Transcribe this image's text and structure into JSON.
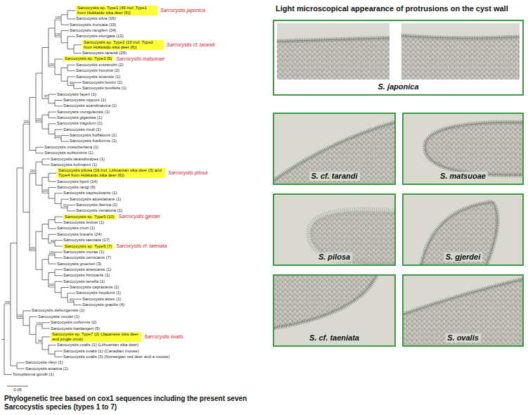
{
  "diagram": {
    "title": "Light microscopical appearance of protrusions on the cyst wall",
    "caption": "Phylogenetic tree based on cox1 sequences including the present seven Sarcocystis species (types 1 to 7)",
    "nodes": [
      {
        "text": [
          "Sarcocystis sp. Type1 (49 incl. Type1 from Hokkaido sika deer (6))"
        ]
      },
      {
        "text": [
          "Sarcocystis sp. Type2 (13 incl. Type2 from Hokkaido sika deer (6))"
        ]
      },
      {
        "text": [
          "Sarcocystis sp. Type3 (5)"
        ]
      },
      {
        "text": [
          "Sarcocystis pilosa (16 incl. Lithuanian sika deer (3) and Type4 from Hokkaido sika deer (6))"
        ]
      },
      {
        "text": [
          "Sarcocystis sp. Type5 (10)"
        ]
      },
      {
        "text": [
          "Sarcocystis sp. Type6 (7)"
        ]
      },
      {
        "text": [
          "Sarcocystis sp. Type7 (2) (Japanese sika deer and jungle crow)"
        ]
      },
      {
        "text": [
          "S. japonica"
        ]
      },
      {
        "text": [
          "S. cf. tarandi"
        ]
      },
      {
        "text": [
          "S. matsuoae"
        ]
      },
      {
        "text": [
          "S. pilosa"
        ]
      },
      {
        "text": [
          "S. gjerdei"
        ]
      },
      {
        "text": [
          "S. cf. taeniata"
        ]
      },
      {
        "text": [
          "S. ovalis"
        ]
      }
    ],
    "labels": [
      "Sarcocystis silva (16)",
      "Sarcocystis truncata (15)",
      "Sarcocystis rangiferi (24)",
      "Sarcocystis elongata (13)",
      "Sarcocystis tarandi (26)",
      "Sarcocystis entzerothi (2)",
      "Sarcocystis hominis (2)",
      "Sarcocystis sinensis (1)",
      "Sarcocystis bovini (1)",
      "Sarcocystis bovifelis (1)",
      "Sarcocystis fayeri (1)",
      "Sarcocystis nipponi (1)",
      "Sarcocystis scandinavica (1)",
      "Sarcocystis mongolensis (1)",
      "Sarcocystis gigantea (1)",
      "Sarcocystis tragulum (1)",
      "Sarcocystis rivuli (1)",
      "Sarcocystis buffalonis (1)",
      "Sarcocystis fusiformis (1)",
      "Sarcocystis miescheriana (1)",
      "Sarcocystis suihominis (1)",
      "Sarcocystis tarandivulpes (1)",
      "Sarcocystis hofmanni (1)",
      "Sarcocystis hjorti (14)",
      "Sarcocystis rangi (9)",
      "Sarcocystis capreolicanis (1)",
      "Sarcocystis alceslatrans (1)",
      "Sarcocystis iberica (1)",
      "Sarcocystis venatoria (1)",
      "Sarcocystis levinei (1)",
      "Sarcocystis cruzi (1)",
      "Sarcocystis linearis (24)",
      "Sarcocystis taeniata (17)",
      "Sarcocystis morae (1)",
      "Sarcocystis cervicanis (7)",
      "Sarcocystis grueneri (3)",
      "Sarcocystis arieticanis (1)",
      "Sarcocystis hircicanis (1)",
      "Sarcocystis tenella (1)",
      "Sarcocystis capracanis (1)",
      "Sarcocystis heydorni (1)",
      "Sarcocystis alces (1)",
      "Sarcocystis gracilis (4)",
      "Sarcocystis dehongensis (1)",
      "Sarcocystis moulei (1)",
      "Sarcocystis oviformis (2)",
      "Sarcocystis hardangeri (5)",
      "Sarcocystis ovalis (1) (Lithuanian sika deer)",
      "Sarcocystis ovalis (1) (Canadian moose)",
      "Sarcocystis ovalis (3) (Norwegian red deer and a moose)",
      "Sarcocystis rileyi (1)",
      "Sarcocystis anatina (1)",
      "Toxoplasma gondii (1)",
      "Sarcocystis japonica",
      "Sarcocystis cf. tarandi",
      "Sarcocystis matsuoae",
      "Sarcocystis pilosa",
      "Sarcocystis gjerdei",
      "Sarcocystis cf. taeniata",
      "Sarcocystis ovalis",
      "100",
      "100",
      "99",
      "100",
      "97",
      "100",
      "100",
      "100",
      "92",
      "100",
      "100",
      "99",
      "100",
      "83",
      "100",
      "100",
      "100",
      "96",
      "100",
      "100",
      "0.05"
    ]
  }
}
